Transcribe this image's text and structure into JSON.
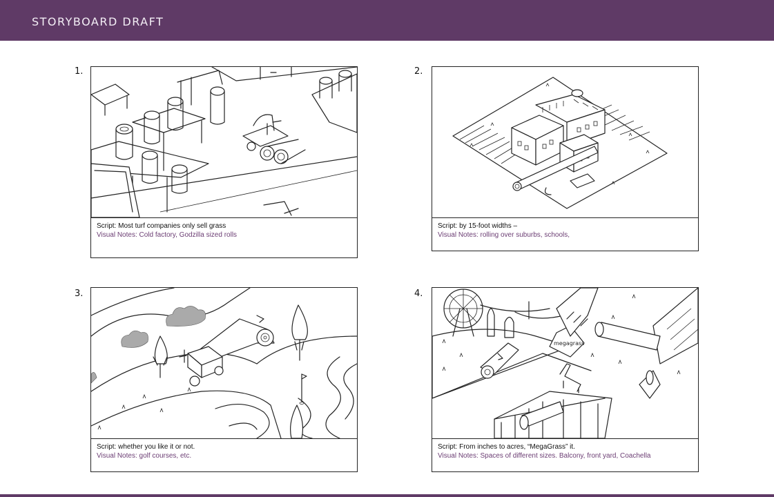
{
  "header": {
    "title": "STORYBOARD DRAFT"
  },
  "panels": [
    {
      "number": "1.",
      "script": "Script: Most turf companies only sell grass",
      "notes": "Visual Notes: Cold factory, Godzilla sized rolls"
    },
    {
      "number": "2.",
      "script": "Script: by 15-foot widths –",
      "notes": "Visual Notes:  rolling over suburbs, schools,"
    },
    {
      "number": "3.",
      "script": "Script: whether you like it or not.",
      "notes": "Visual Notes: golf courses, etc."
    },
    {
      "number": "4.",
      "script": "Script: From inches to acres, “MegaGrass” it.",
      "notes": "Visual Notes: Spaces of different sizes. Balcony, front yard, Coachella",
      "sign_text": "megagrass"
    }
  ],
  "colors": {
    "brand": "#5f3a66",
    "notes": "#6b3d73"
  }
}
